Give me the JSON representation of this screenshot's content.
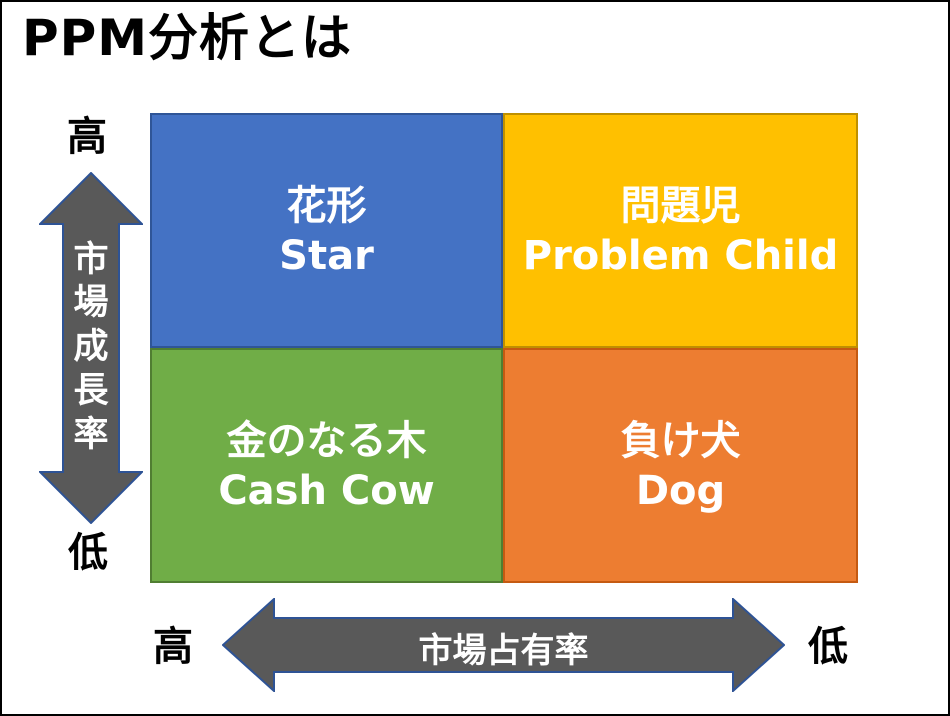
{
  "title": "PPM分析とは",
  "matrix": {
    "quadrants": [
      {
        "id": "star",
        "jp": "花形",
        "en": "Star",
        "fill": "#4472C4",
        "border": "#2F5597"
      },
      {
        "id": "problem-child",
        "jp": "問題児",
        "en": "Problem Child",
        "fill": "#FFC000",
        "border": "#BF9000"
      },
      {
        "id": "cash-cow",
        "jp": "金のなる木",
        "en": "Cash Cow",
        "fill": "#70AD47",
        "border": "#507E32"
      },
      {
        "id": "dog",
        "jp": "負け犬",
        "en": "Dog",
        "fill": "#ED7D31",
        "border": "#C55A11"
      }
    ]
  },
  "axes": {
    "vertical": {
      "label": "市場成長率",
      "high": "高",
      "low": "低"
    },
    "horizontal": {
      "label": "市場占有率",
      "high": "高",
      "low": "低"
    },
    "arrow_fill": "#595959",
    "arrow_outline": "#2E5395"
  }
}
